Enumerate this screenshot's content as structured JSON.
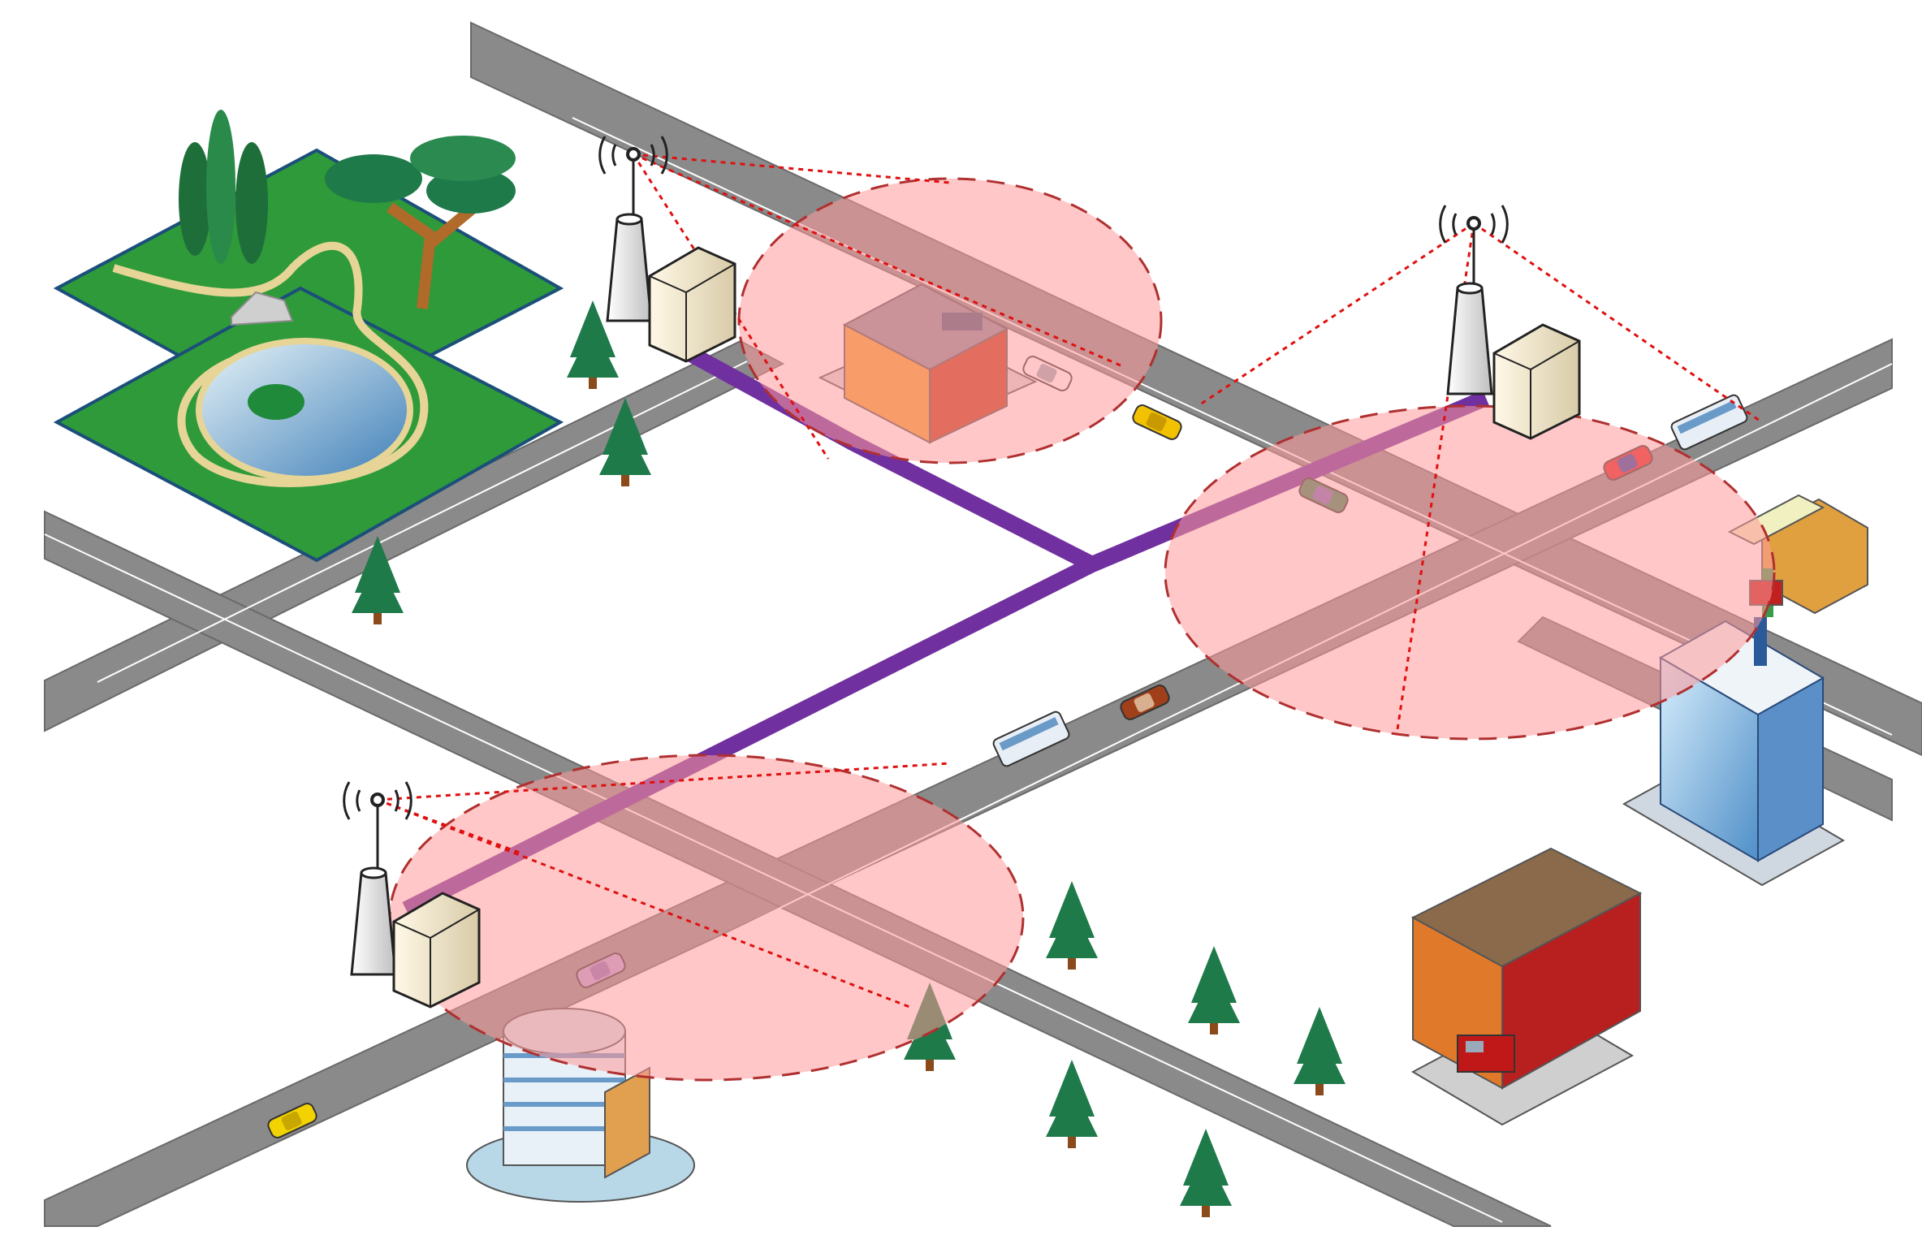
{
  "diagram": {
    "kind": "isometric-city-wireless-network",
    "labels": [],
    "colors": {
      "road": "#8a8a8a",
      "road_edge": "#6f6f6f",
      "lane_marking": "#ffffff",
      "backhaul": "#7030a0",
      "coverage_fill": "#ff9999",
      "coverage_edge": "#b03030",
      "beam_line": "#e01010",
      "park_grass": "#2e9a3a",
      "pond": "#7fb4d8",
      "tree": "#1f7a4a"
    },
    "base_stations": [
      {
        "name": "bs-north",
        "icon": "antenna-tower-with-server-icon"
      },
      {
        "name": "bs-east",
        "icon": "antenna-tower-with-server-icon"
      },
      {
        "name": "bs-south-west",
        "icon": "antenna-tower-with-server-icon"
      }
    ],
    "coverage_areas": [
      {
        "name": "coverage-north"
      },
      {
        "name": "coverage-east"
      },
      {
        "name": "coverage-south-west"
      }
    ],
    "buildings": [
      {
        "name": "restaurant-building",
        "icon": "store-icon"
      },
      {
        "name": "gas-station",
        "icon": "gas-station-icon"
      },
      {
        "name": "office-tower",
        "icon": "skyscraper-icon"
      },
      {
        "name": "fire-station",
        "icon": "fire-station-icon"
      },
      {
        "name": "round-office-building",
        "icon": "office-building-icon"
      },
      {
        "name": "park",
        "icon": "park-icon"
      }
    ],
    "vehicles": [
      {
        "name": "white-car",
        "color": "#ffffff"
      },
      {
        "name": "yellow-taxi-north",
        "color": "#f2c200"
      },
      {
        "name": "green-car",
        "color": "#3a8a5a"
      },
      {
        "name": "red-car",
        "color": "#e02020"
      },
      {
        "name": "white-bus-east",
        "color": "#e8eef5"
      },
      {
        "name": "white-bus-center",
        "color": "#e8eef5"
      },
      {
        "name": "brown-car",
        "color": "#a0401a"
      },
      {
        "name": "purple-car",
        "color": "#b9a0d8"
      },
      {
        "name": "yellow-taxi-south",
        "color": "#f2d200"
      },
      {
        "name": "fire-truck",
        "color": "#c01818"
      }
    ]
  }
}
